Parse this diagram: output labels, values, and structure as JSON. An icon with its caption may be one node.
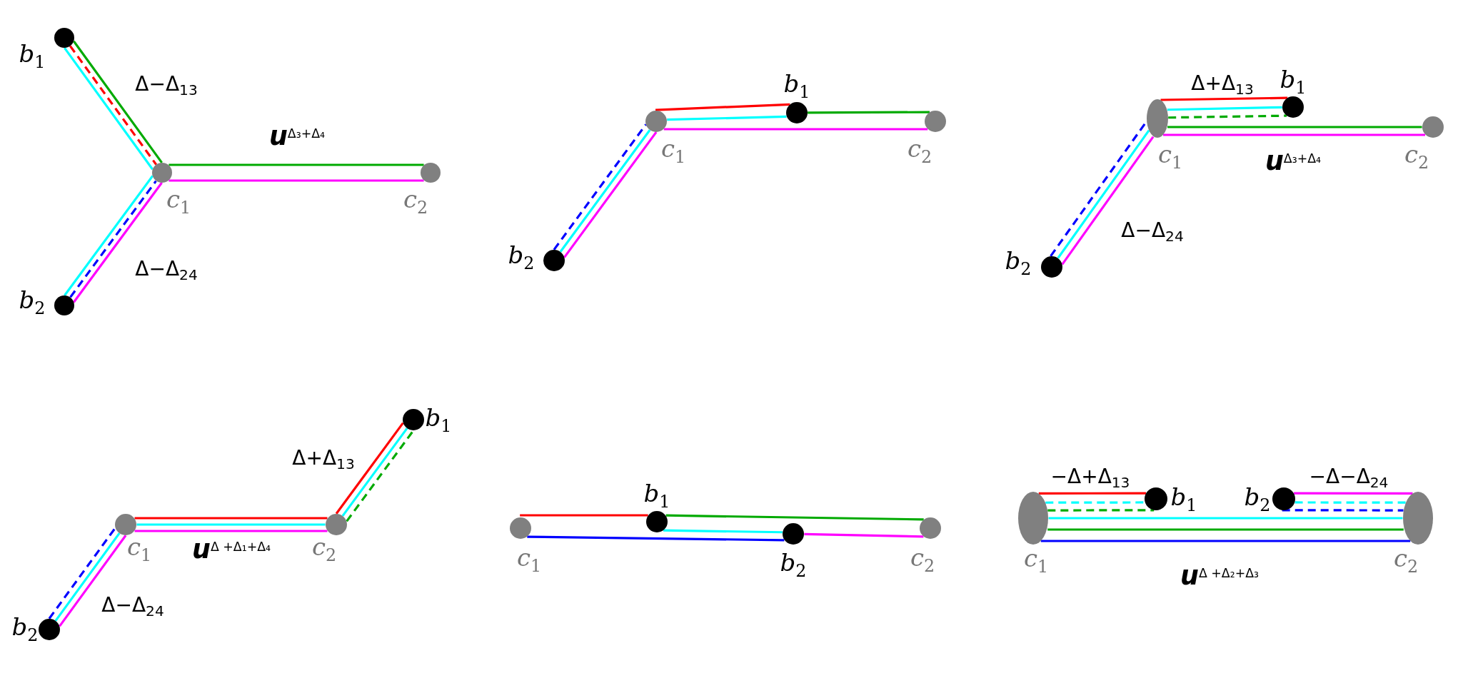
{
  "diagram": {
    "nodes": [
      {
        "text": [],
        "shape": "circle",
        "beside": [
          "b$_{1}$"
        ]
      },
      {
        "text": [],
        "shape": "circle",
        "beside": [
          "b$_{2}$"
        ]
      },
      {
        "text": [],
        "shape": "circle",
        "beside": [
          "c$_{1}$"
        ]
      },
      {
        "text": [],
        "shape": "circle",
        "beside": [
          "c$_{2}$"
        ]
      },
      {
        "text": [],
        "shape": "circle",
        "beside": [
          "b$_{1}$"
        ]
      },
      {
        "text": [],
        "shape": "circle",
        "beside": [
          "b$_{2}$"
        ]
      },
      {
        "text": [],
        "shape": "circle",
        "beside": [
          "c$_{1}$"
        ]
      },
      {
        "text": [],
        "shape": "circle",
        "beside": [
          "c$_{2}$"
        ]
      },
      {
        "text": [],
        "shape": "circle",
        "beside": [
          "b$_{1}$"
        ]
      },
      {
        "text": [],
        "shape": "circle",
        "beside": [
          "b$_{2}$"
        ]
      },
      {
        "text": [],
        "shape": "ellipse",
        "beside": [
          "c$_{1}$"
        ]
      },
      {
        "text": [],
        "shape": "circle",
        "beside": [
          "c$_{2}$"
        ]
      },
      {
        "text": [],
        "shape": "circle",
        "beside": [
          "b$_{1}$"
        ]
      },
      {
        "text": [],
        "shape": "circle",
        "beside": [
          "b$_{2}$"
        ]
      },
      {
        "text": [],
        "shape": "circle",
        "beside": [
          "c$_{1}$"
        ]
      },
      {
        "text": [],
        "shape": "circle",
        "beside": [
          "c$_{2}$"
        ]
      },
      {
        "text": [],
        "shape": "circle",
        "beside": [
          "b$_{1}$"
        ]
      },
      {
        "text": [],
        "shape": "circle",
        "beside": [
          "b$_{2}$"
        ]
      },
      {
        "text": [],
        "shape": "circle",
        "beside": [
          "c$_{1}$"
        ]
      },
      {
        "text": [],
        "shape": "circle",
        "beside": [
          "c$_{2}$"
        ]
      },
      {
        "text": [],
        "shape": "circle",
        "beside": [
          "b$_{1}$"
        ]
      },
      {
        "text": [],
        "shape": "circle",
        "beside": [
          "b$_{2}$"
        ]
      },
      {
        "text": [],
        "shape": "ellipse",
        "beside": [
          "c$_{1}$"
        ]
      },
      {
        "text": [],
        "shape": "ellipse",
        "beside": [
          "c$_{2}$"
        ]
      }
    ],
    "edges": [
      {
        "from": 0,
        "to": 2,
        "arrow": "none",
        "color": "#00ffff"
      },
      {
        "from": 0,
        "to": 2,
        "arrow": "none",
        "color": "#ff0000",
        "style": "dashed"
      },
      {
        "from": 0,
        "to": 2,
        "arrow": "none",
        "color": "#00aa00"
      },
      {
        "from": 2,
        "to": 3,
        "arrow": "none",
        "color": "#00aa00"
      },
      {
        "from": 2,
        "to": 3,
        "arrow": "none",
        "color": "#ff00ff"
      },
      {
        "from": 1,
        "to": 2,
        "arrow": "none",
        "color": "#00ffff"
      },
      {
        "from": 1,
        "to": 2,
        "arrow": "none",
        "color": "#0000ff",
        "style": "dashed"
      },
      {
        "from": 1,
        "to": 2,
        "arrow": "none",
        "color": "#ff00ff"
      },
      {
        "from": 6,
        "to": 4,
        "arrow": "none",
        "color": "#ff0000"
      },
      {
        "from": 6,
        "to": 4,
        "arrow": "none",
        "color": "#00ffff"
      },
      {
        "from": 4,
        "to": 7,
        "arrow": "none",
        "color": "#00aa00"
      },
      {
        "from": 6,
        "to": 7,
        "arrow": "none",
        "color": "#ff00ff"
      },
      {
        "from": 5,
        "to": 6,
        "arrow": "none",
        "color": "#0000ff",
        "style": "dashed"
      },
      {
        "from": 5,
        "to": 6,
        "arrow": "none",
        "color": "#00ffff"
      },
      {
        "from": 5,
        "to": 6,
        "arrow": "none",
        "color": "#ff00ff"
      },
      {
        "from": 10,
        "to": 8,
        "arrow": "none",
        "color": "#ff0000"
      },
      {
        "from": 10,
        "to": 8,
        "arrow": "none",
        "color": "#00ffff"
      },
      {
        "from": 10,
        "to": 8,
        "arrow": "none",
        "color": "#00aa00",
        "style": "dashed"
      },
      {
        "from": 10,
        "to": 11,
        "arrow": "none",
        "color": "#00aa00"
      },
      {
        "from": 10,
        "to": 11,
        "arrow": "none",
        "color": "#ff00ff"
      },
      {
        "from": 9,
        "to": 10,
        "arrow": "none",
        "color": "#0000ff",
        "style": "dashed"
      },
      {
        "from": 9,
        "to": 10,
        "arrow": "none",
        "color": "#00ffff"
      },
      {
        "from": 9,
        "to": 10,
        "arrow": "none",
        "color": "#ff00ff"
      },
      {
        "from": 15,
        "to": 12,
        "arrow": "none",
        "color": "#ff0000"
      },
      {
        "from": 15,
        "to": 12,
        "arrow": "none",
        "color": "#00ffff"
      },
      {
        "from": 15,
        "to": 12,
        "arrow": "none",
        "color": "#00aa00",
        "style": "dashed"
      },
      {
        "from": 14,
        "to": 15,
        "arrow": "none",
        "color": "#ff0000"
      },
      {
        "from": 14,
        "to": 15,
        "arrow": "none",
        "color": "#00ffff"
      },
      {
        "from": 14,
        "to": 15,
        "arrow": "none",
        "color": "#ff00ff"
      },
      {
        "from": 13,
        "to": 14,
        "arrow": "none",
        "color": "#0000ff",
        "style": "dashed"
      },
      {
        "from": 13,
        "to": 14,
        "arrow": "none",
        "color": "#00ffff"
      },
      {
        "from": 13,
        "to": 14,
        "arrow": "none",
        "color": "#ff00ff"
      },
      {
        "from": 18,
        "to": 16,
        "arrow": "none",
        "color": "#ff0000"
      },
      {
        "from": 16,
        "to": 19,
        "arrow": "none",
        "color": "#00aa00"
      },
      {
        "from": 16,
        "to": 17,
        "arrow": "none",
        "color": "#00ffff"
      },
      {
        "from": 17,
        "to": 19,
        "arrow": "none",
        "color": "#ff00ff"
      },
      {
        "from": 18,
        "to": 17,
        "arrow": "none",
        "color": "#0000ff"
      },
      {
        "from": 22,
        "to": 20,
        "arrow": "none",
        "color": "#ff0000"
      },
      {
        "from": 22,
        "to": 20,
        "arrow": "none",
        "color": "#00ffff",
        "style": "dashed"
      },
      {
        "from": 22,
        "to": 20,
        "arrow": "none",
        "color": "#00aa00",
        "style": "dashed"
      },
      {
        "from": 22,
        "to": 23,
        "arrow": "none",
        "color": "#00ffff"
      },
      {
        "from": 22,
        "to": 23,
        "arrow": "none",
        "color": "#00aa00"
      },
      {
        "from": 22,
        "to": 23,
        "arrow": "none",
        "color": "#0000ff"
      },
      {
        "from": 21,
        "to": 23,
        "arrow": "none",
        "color": "#ff00ff"
      },
      {
        "from": 21,
        "to": 23,
        "arrow": "none",
        "color": "#00ffff",
        "style": "dashed"
      },
      {
        "from": 21,
        "to": 23,
        "arrow": "none",
        "color": "#0000ff",
        "style": "dashed"
      }
    ],
    "labels": [
      "Δ−Δ$_{13}$",
      "**u**$^{Δ₃+Δ₄}$",
      "Δ−Δ$_{24}$",
      "Δ+Δ$_{13}$",
      "**u**$^{Δ₃+Δ₄}$",
      "Δ−Δ$_{24}$",
      "Δ+Δ$_{13}$",
      "**u**$^{Δ +Δ₁+Δ₄}$",
      "Δ−Δ$_{24}$",
      "−Δ+Δ$_{13}$",
      "−Δ−Δ$_{24}$",
      "**u**$^{Δ +Δ₂+Δ₃}$"
    ]
  }
}
